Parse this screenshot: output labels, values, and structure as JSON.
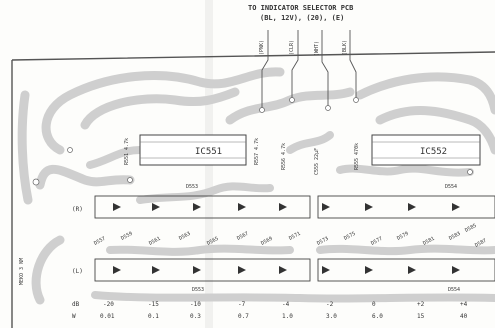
{
  "header": {
    "title": "TO INDICATOR SELECTOR PCB",
    "subtitle": "(BL, 12V), (20), (E)"
  },
  "wires": [
    {
      "label": "(PNK)"
    },
    {
      "label": "(CLR)"
    },
    {
      "label": "(WHT)"
    },
    {
      "label": "(BLK)"
    }
  ],
  "ic_labels": [
    "IC551",
    "IC552"
  ],
  "ic_ref_labels": [
    "D553",
    "D554"
  ],
  "row_labels": [
    "(R)",
    "(L)"
  ],
  "rotated_labels": [
    "R551 4.7k",
    "R557 4.7k",
    "C555 22µF",
    "R556 4.7k",
    "R555 470k"
  ],
  "component_labels": [
    "D557",
    "D559",
    "D561",
    "D563",
    "D565",
    "D567",
    "D569",
    "D571",
    "D573",
    "D575",
    "D577",
    "D579",
    "D581",
    "D583",
    "D585",
    "D587"
  ],
  "bottom_ref": [
    "D553",
    "D554"
  ],
  "side_label": "MEKO 3 NM",
  "scale": {
    "db_label": "dB",
    "w_label": "W",
    "db_values": [
      "-20",
      "-15",
      "-10",
      "-7",
      "-4",
      "-2",
      "0",
      "+2",
      "+4"
    ],
    "w_values": [
      "0.01",
      "0.1",
      "0.3",
      "0.7",
      "1.0",
      "3.0",
      "6.0",
      "15",
      "40"
    ]
  }
}
